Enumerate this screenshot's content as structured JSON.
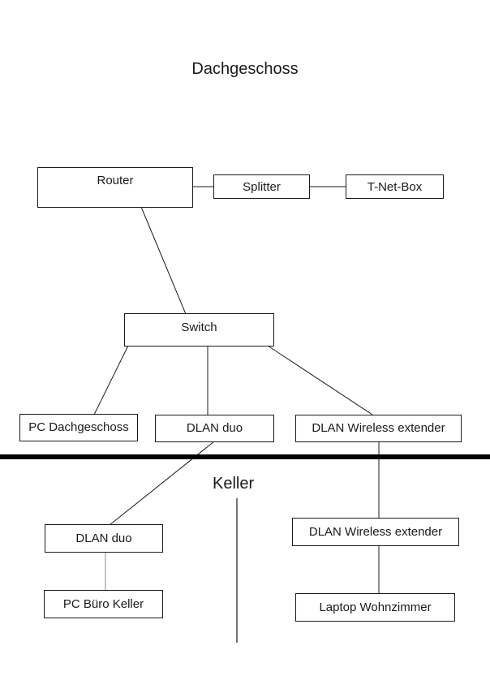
{
  "diagram": {
    "title": "Dachgeschoss",
    "lower_floor_label": "Keller",
    "nodes": {
      "router": "Router",
      "splitter": "Splitter",
      "tnetbox": "T-Net-Box",
      "switch": "Switch",
      "pc_dach": "PC Dachgeschoss",
      "dlan_duo_top": "DLAN duo",
      "dlan_wireless_top": "DLAN Wireless extender",
      "dlan_duo_bottom": "DLAN duo",
      "pc_buero": "PC Büro Keller",
      "dlan_wireless_bottom": "DLAN Wireless extender",
      "laptop": "Laptop Wohnzimmer"
    },
    "edges": [
      [
        "router",
        "splitter"
      ],
      [
        "splitter",
        "tnetbox"
      ],
      [
        "router",
        "switch"
      ],
      [
        "switch",
        "pc_dach"
      ],
      [
        "switch",
        "dlan_duo_top"
      ],
      [
        "switch",
        "dlan_wireless_top"
      ],
      [
        "dlan_duo_top",
        "dlan_duo_bottom"
      ],
      [
        "dlan_duo_bottom",
        "pc_buero"
      ],
      [
        "dlan_wireless_top",
        "dlan_wireless_bottom"
      ],
      [
        "dlan_wireless_bottom",
        "laptop"
      ]
    ]
  }
}
